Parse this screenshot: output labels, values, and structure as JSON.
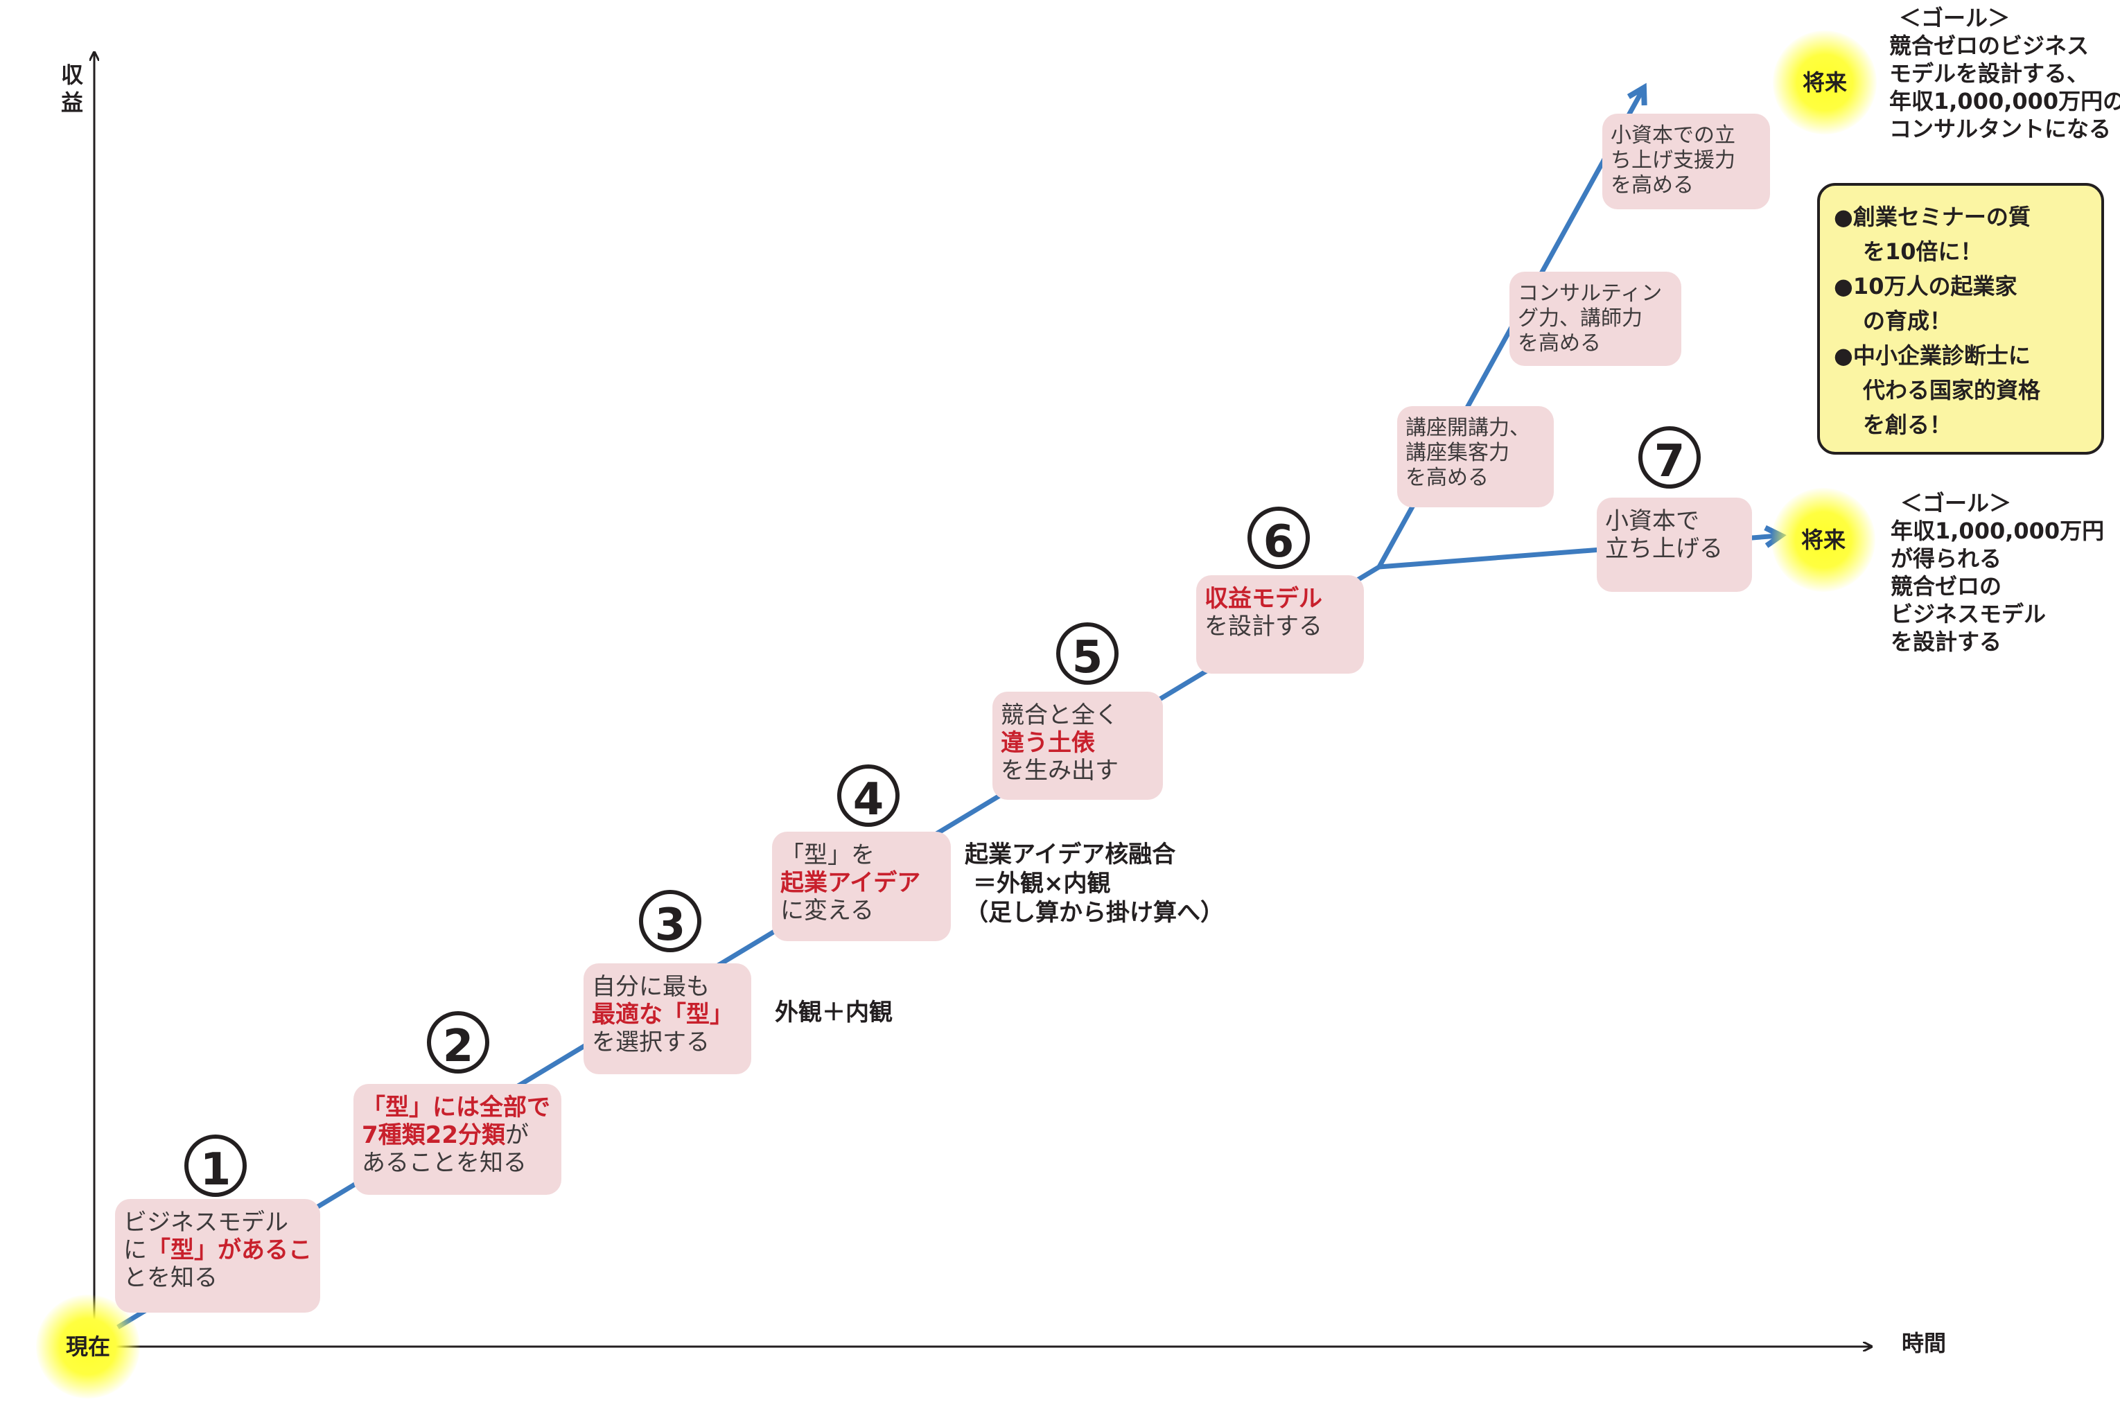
{
  "axes": {
    "y_label_1": "収",
    "y_label_2": "益",
    "x_label": "時間"
  },
  "start": {
    "label": "現在"
  },
  "steps": [
    {
      "num": "1",
      "lines": [
        [
          {
            "t": "ビジネスモデル",
            "red": false
          }
        ],
        [
          {
            "t": "に",
            "red": false
          },
          {
            "t": "「型」があるこ",
            "red": true
          }
        ],
        [
          {
            "t": "とを知る",
            "red": false
          }
        ]
      ]
    },
    {
      "num": "2",
      "lines": [
        [
          {
            "t": "「型」には全部で",
            "red": true
          }
        ],
        [
          {
            "t": "7種類22分類",
            "red": true
          },
          {
            "t": "が",
            "red": false
          }
        ],
        [
          {
            "t": "あることを知る",
            "red": false
          }
        ]
      ]
    },
    {
      "num": "3",
      "lines": [
        [
          {
            "t": "自分に最も",
            "red": false
          }
        ],
        [
          {
            "t": "最適な「型」",
            "red": true
          }
        ],
        [
          {
            "t": "を選択する",
            "red": false
          }
        ]
      ]
    },
    {
      "num": "4",
      "lines": [
        [
          {
            "t": "「型」を",
            "red": false
          }
        ],
        [
          {
            "t": "起業アイデア",
            "red": true
          }
        ],
        [
          {
            "t": "に変える",
            "red": false
          }
        ]
      ]
    },
    {
      "num": "5",
      "lines": [
        [
          {
            "t": "競合と全く",
            "red": false
          }
        ],
        [
          {
            "t": "違う土俵",
            "red": true
          }
        ],
        [
          {
            "t": "を生み出す",
            "red": false
          }
        ]
      ]
    },
    {
      "num": "6",
      "lines": [
        [
          {
            "t": "収益モデル",
            "red": true
          }
        ],
        [
          {
            "t": "を設計する",
            "red": false
          }
        ]
      ]
    },
    {
      "num": "7",
      "lines": [
        [
          {
            "t": "小資本で",
            "red": false
          }
        ],
        [
          {
            "t": "立ち上げる",
            "red": false
          }
        ]
      ]
    }
  ],
  "upper_steps": [
    {
      "lines": [
        "講座開講力、",
        "講座集客力",
        "を高める"
      ]
    },
    {
      "lines": [
        "コンサルティン",
        "グ力、講師力",
        "を高める"
      ]
    },
    {
      "lines": [
        "小資本での立",
        "ち上げ支援力",
        "を高める"
      ]
    }
  ],
  "notes": {
    "step3": [
      "外観＋内観"
    ],
    "step4": [
      "起業アイデア核融合",
      "＝外観×内観",
      "（足し算から掛け算へ）"
    ]
  },
  "goals": {
    "upper": {
      "badge": "将来",
      "lines": [
        "＜ゴール＞",
        "競合ゼロのビジネス",
        "モデルを設計する、",
        "年収1,000,000万円の",
        "コンサルタントになる"
      ]
    },
    "lower": {
      "badge": "将来",
      "lines": [
        "＜ゴール＞",
        "年収1,000,000万円",
        "が得られる",
        "競合ゼロの",
        "ビジネスモデル",
        "を設計する"
      ]
    }
  },
  "mission": {
    "items": [
      [
        "●創業セミナーの質",
        "を10倍に！"
      ],
      [
        "●10万人の起業家",
        "の育成！"
      ],
      [
        "●中小企業診断士に",
        "代わる国家的資格",
        "を創る！"
      ]
    ]
  },
  "colors": {
    "arrow": "#3d7bbf",
    "box": "#f2d9db",
    "accent_red": "#c8202c",
    "glow": "#ffff2a",
    "mission_bg": "#fbf5a3"
  }
}
